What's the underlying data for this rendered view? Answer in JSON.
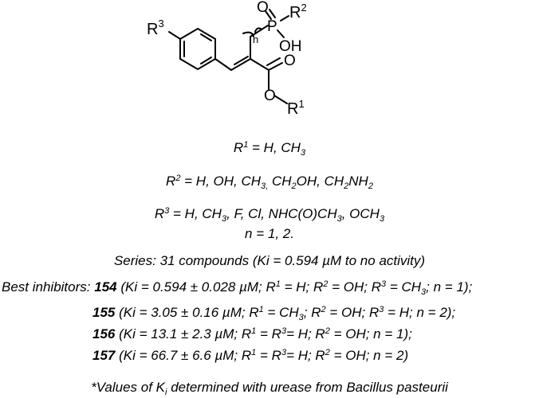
{
  "structure": {
    "atoms": {
      "r3": "R",
      "r3_sup": "3",
      "phos_o": "O",
      "phos_p": "P",
      "phos_r2": "R",
      "phos_r2_sup": "2",
      "phos_oh": "OH",
      "n": "n",
      "ester_o_double": "O",
      "ester_o": "O",
      "r1": "R",
      "r1_sup": "1"
    }
  },
  "substituents": {
    "r1": {
      "label": "R",
      "sup": "1",
      "values": " = H, CH",
      "sub": "3"
    },
    "r2": {
      "label": "R",
      "sup": "2",
      "parts": [
        " = H, OH, CH",
        "3,",
        " CH",
        "2",
        "OH, CH",
        "2",
        "NH",
        "2"
      ]
    },
    "r3": {
      "label": "R",
      "sup": "3",
      "values": " = H, CH",
      "sub": "3",
      "rest": ", F, Cl, NHC(O)CH",
      "sub2": "3",
      "tail": ", OCH",
      "sub3": "3"
    },
    "n": "n = 1, 2."
  },
  "series": "Series: 31 compounds (Ki = 0.594 µM to no activity)",
  "inhibitors": {
    "intro": "Best inhibitors: ",
    "items": [
      {
        "id": "154",
        "ki": " (Ki = 0.594 ± 0.028 µM; R",
        "p": [
          "1",
          " = H; R",
          "2",
          " = OH; R",
          "3",
          " = CH",
          "3",
          "; n = 1);"
        ]
      },
      {
        "id": "155",
        "ki": " (Ki = 3.05 ± 0.16 µM; R",
        "p": [
          "1",
          " = CH",
          "3",
          "; R",
          "2",
          " = OH; R",
          "3",
          " = H; n = 2);"
        ]
      },
      {
        "id": "156",
        "ki": " (Ki = 13.1 ± 2.3 µM; R",
        "p": [
          "1",
          " = R",
          "3",
          "= H; R",
          "2",
          " = OH; n = 1);"
        ]
      },
      {
        "id": "157",
        "ki": " (Ki = 66.7 ± 6.6 µM; R",
        "p": [
          "1",
          " = R",
          "3",
          "= H; R",
          "2",
          " = OH; n = 2)"
        ]
      }
    ]
  },
  "footnote": {
    "pre": "*Values of K",
    "sub": "i",
    "post": " determined with urease from Bacillus pasteurii"
  }
}
